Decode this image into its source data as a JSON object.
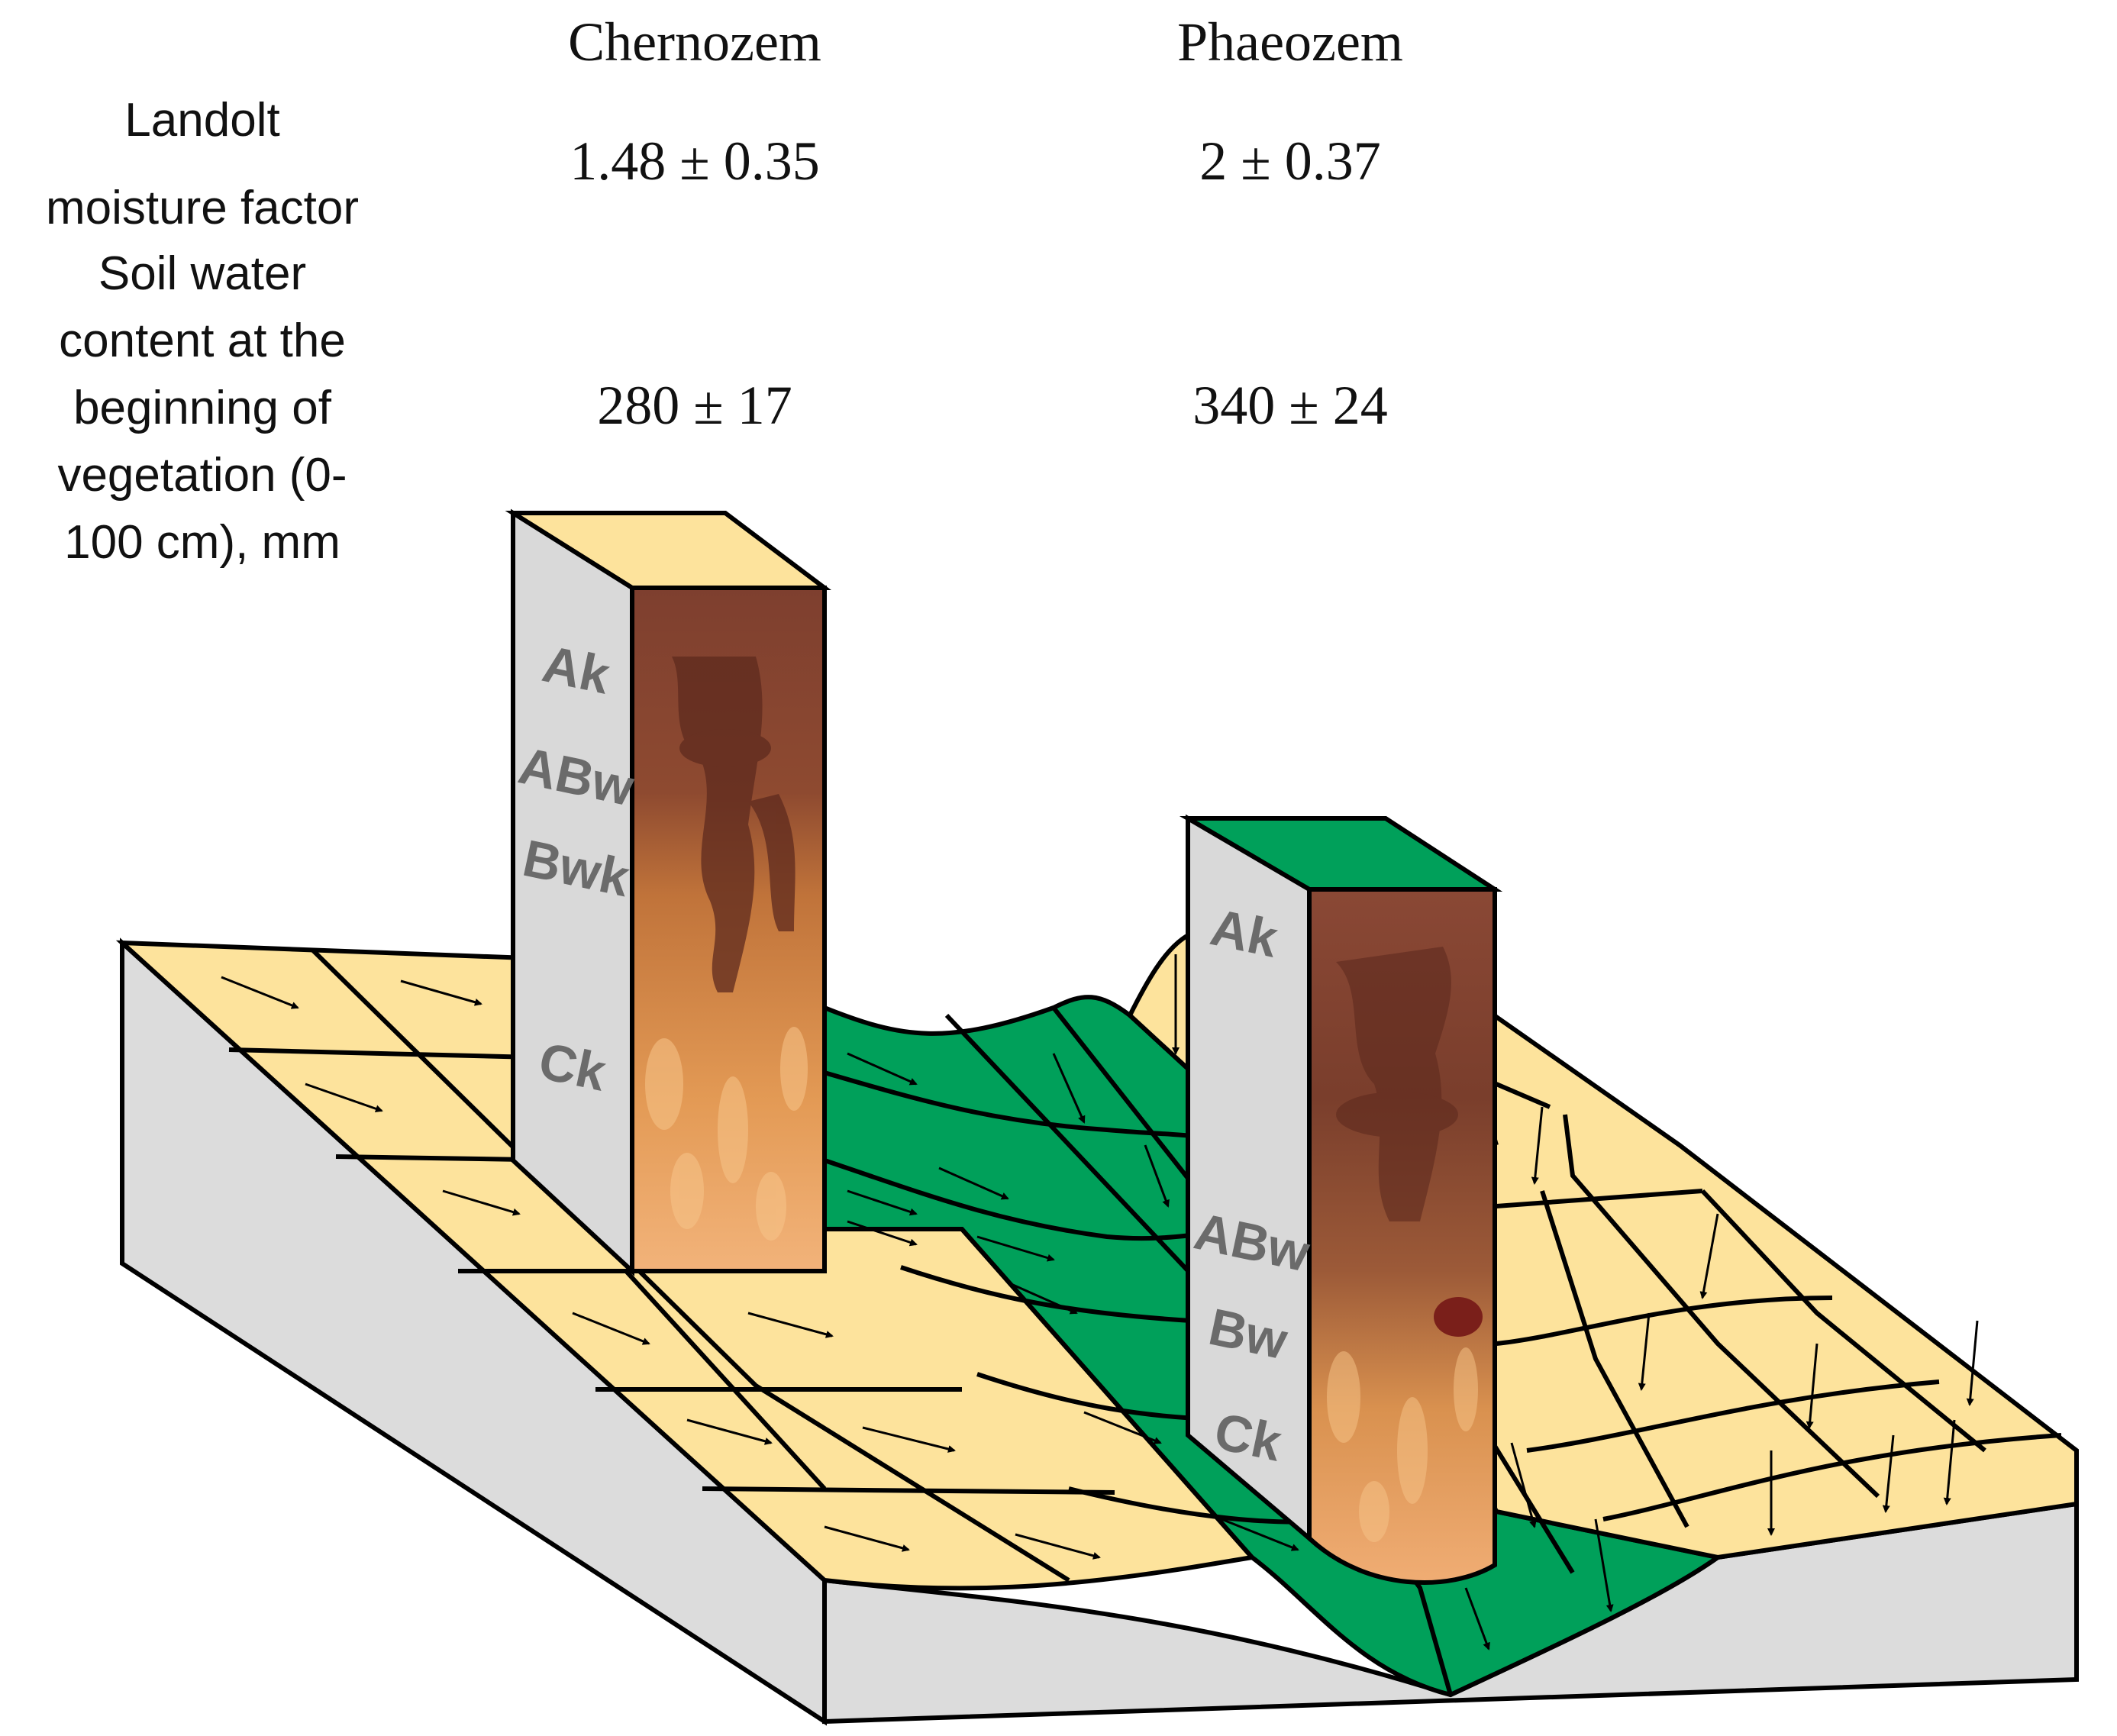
{
  "header": {
    "columns": [
      "Chernozem",
      "Phaeozem"
    ]
  },
  "rows": [
    {
      "label": "Landolt\nmoisture factor",
      "values": [
        "1.48 ± 0.35",
        "2 ± 0.37"
      ]
    },
    {
      "label": "Soil water\ncontent at the\nbeginning of\nvegetation (0-\n100 cm), mm",
      "values": [
        "280 ± 17",
        "340 ± 24"
      ]
    }
  ],
  "profiles": {
    "chernozem": {
      "horizons": [
        "Ak",
        "ABw",
        "Bwk",
        "Ck"
      ]
    },
    "phaeozem": {
      "horizons": [
        "Ak",
        "ABw",
        "Bw",
        "Ck"
      ]
    }
  },
  "colors": {
    "upland": "#fde39c",
    "hollow": "#00a05a",
    "block_side": "#dcdcdc",
    "profile_face": "#d9d9d9",
    "soil_top": "#7a3a2a",
    "soil_mid": "#b5673a",
    "soil_bottom": "#f0a860"
  }
}
